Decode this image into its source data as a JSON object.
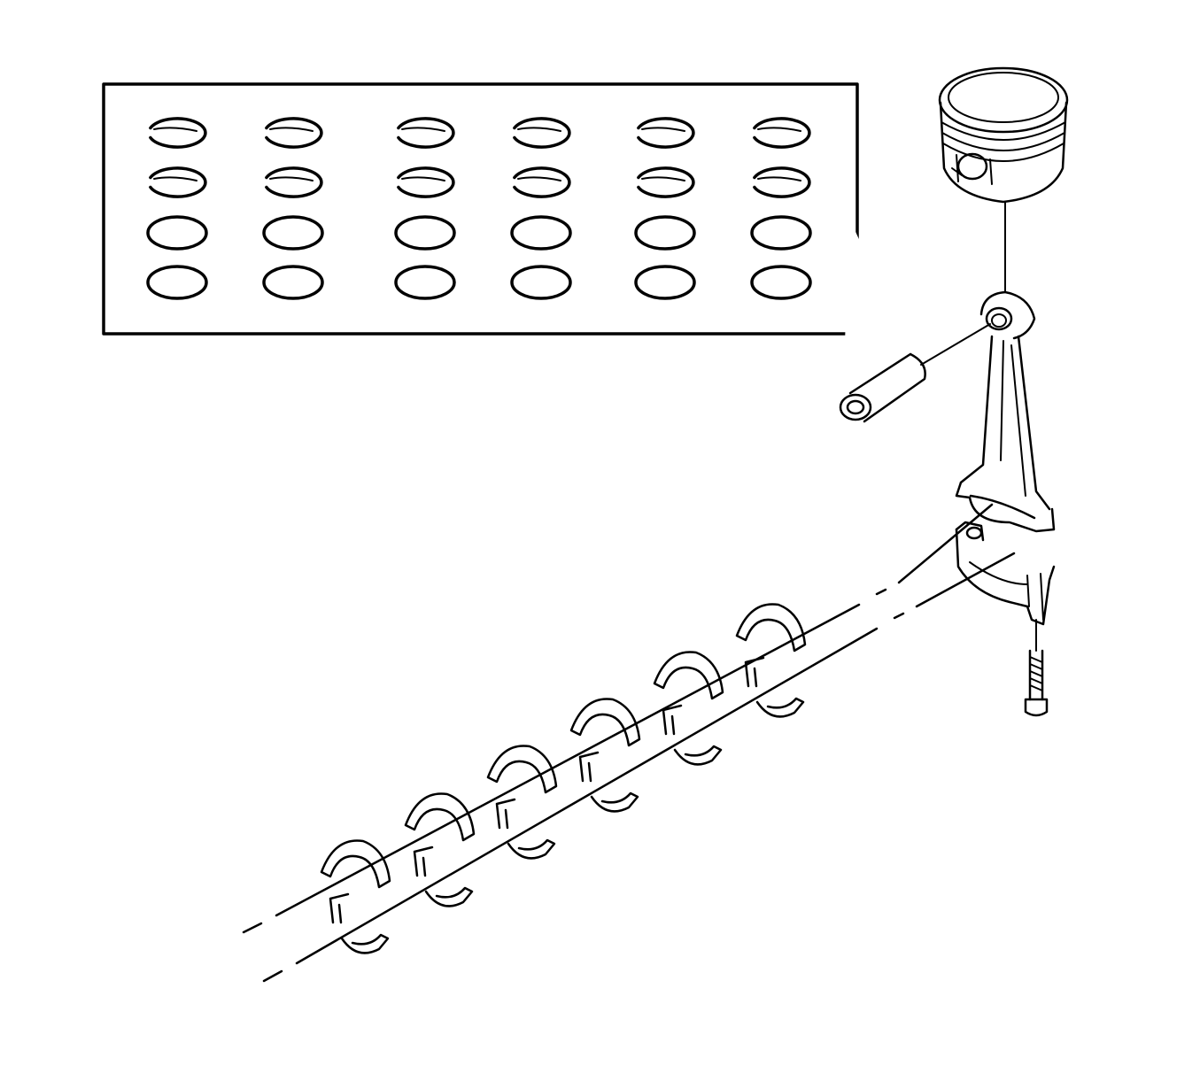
{
  "diagram": {
    "ink_color": "#000000",
    "background_color": "#ffffff",
    "piston_ring_grid": {
      "rows": 4,
      "columns": 6,
      "split_ring_rows": 2
    },
    "rod_bearing_pairs": 6
  }
}
